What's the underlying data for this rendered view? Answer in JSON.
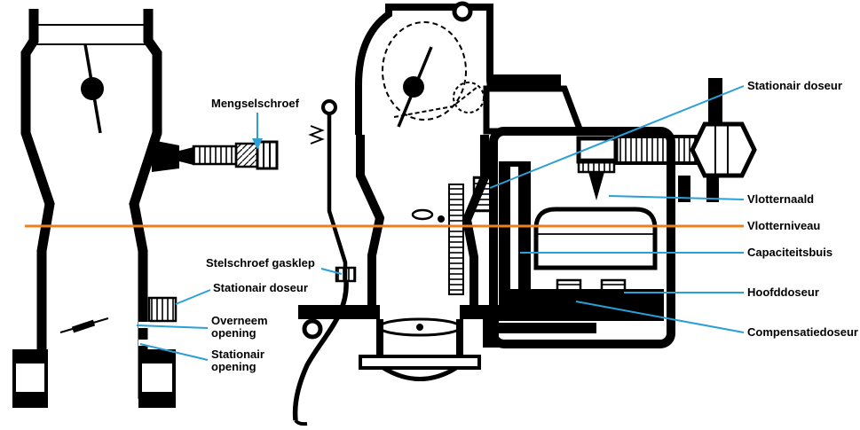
{
  "diagram": {
    "type": "carburetor-cross-section",
    "colors": {
      "leader_line": "#2a9fd8",
      "float_level_line": "#e8821e",
      "ink": "#000000",
      "background": "#ffffff"
    },
    "labels": {
      "mengselschroef": "Mengselschroef",
      "stelschroef_gasklep": "Stelschroef gasklep",
      "stationair_doseur_left": "Stationair doseur",
      "overneem_opening": "Overneem opening",
      "stationair_opening": "Stationair opening",
      "stationair_doseur_right": "Stationair doseur",
      "vlotternaald": "Vlotternaald",
      "vlotterniveau": "Vlotterniveau",
      "capaciteitsbuis": "Capaciteitsbuis",
      "hoofddoseur": "Hoofddoseur",
      "compensatiedoseur": "Compensatiedoseur"
    }
  }
}
